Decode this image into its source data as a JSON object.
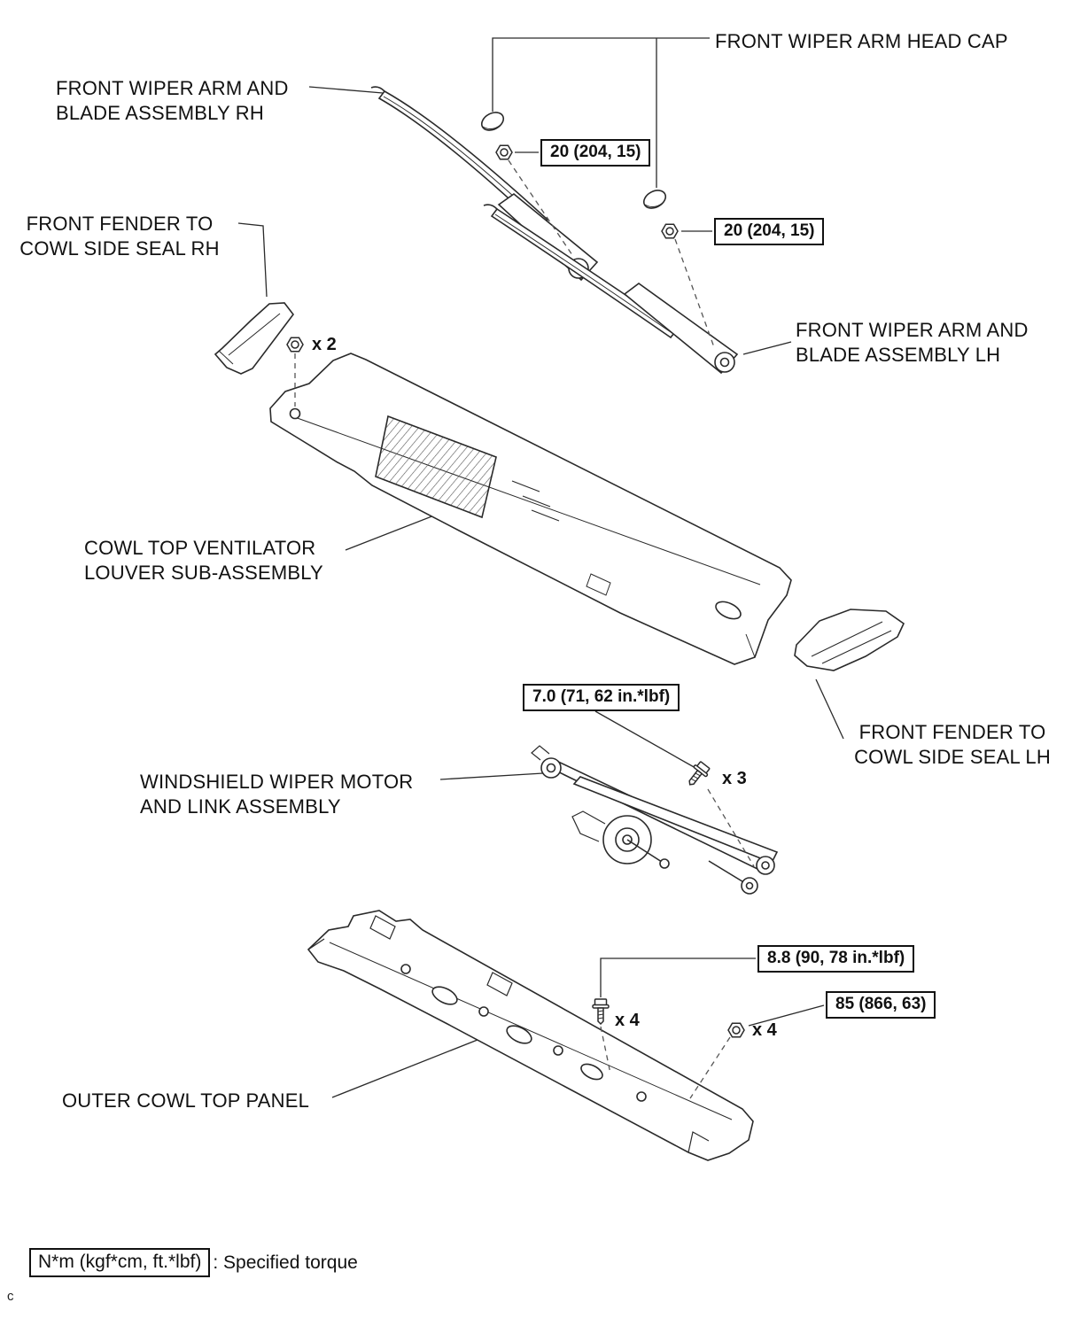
{
  "labels": {
    "front_wiper_arm_head_cap": "FRONT WIPER ARM HEAD CAP",
    "front_wiper_arm_blade_rh": "FRONT WIPER ARM AND\nBLADE ASSEMBLY RH",
    "front_fender_cowl_seal_rh": "FRONT FENDER TO\nCOWL SIDE SEAL RH",
    "front_wiper_arm_blade_lh": "FRONT WIPER ARM AND\nBLADE ASSEMBLY LH",
    "cowl_top_ventilator_louver": "COWL TOP VENTILATOR\nLOUVER SUB-ASSEMBLY",
    "front_fender_cowl_seal_lh": "FRONT FENDER TO\nCOWL SIDE SEAL LH",
    "windshield_wiper_motor": "WINDSHIELD WIPER MOTOR\nAND LINK ASSEMBLY",
    "outer_cowl_top_panel": "OUTER COWL TOP PANEL"
  },
  "torque_specs": {
    "arm_nut_rh": "20 (204, 15)",
    "arm_nut_lh": "20 (204, 15)",
    "motor_bolt": "7.0 (71, 62 in.*lbf)",
    "panel_bolt": "8.8 (90, 78 in.*lbf)",
    "panel_nut": "85 (866, 63)"
  },
  "quantities": {
    "louver_nut": "x 2",
    "motor_bolt": "x 3",
    "panel_bolt": "x 4",
    "panel_nut": "x 4"
  },
  "legend": {
    "torque_notation": "N*m (kgf*cm, ft.*lbf)",
    "torque_description": ": Specified torque"
  },
  "page_mark": "c"
}
